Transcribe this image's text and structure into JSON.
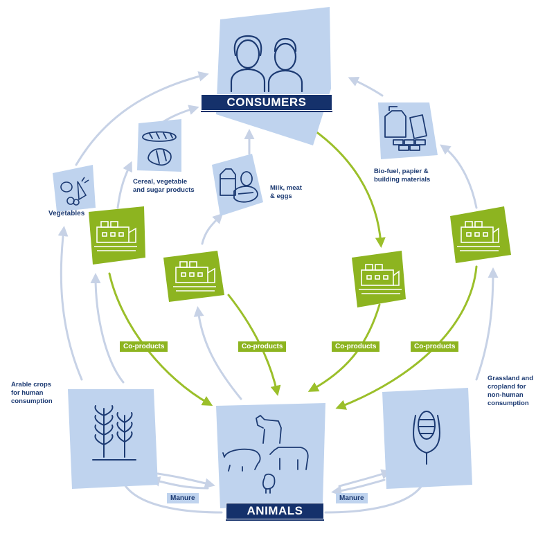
{
  "nodes": {
    "consumers": {
      "label": "CONSUMERS"
    },
    "animals": {
      "label": "ANIMALS"
    },
    "vegetables": {
      "label": "Vegetables"
    },
    "cereal": {
      "label_line1": "Cereal, vegetable",
      "label_line2": "and sugar products"
    },
    "milk": {
      "label_line1": "Milk, meat",
      "label_line2": "& eggs"
    },
    "biofuel": {
      "label_line1": "Bio-fuel, papier &",
      "label_line2": "building materials"
    },
    "arable": {
      "label_line1": "Arable crops",
      "label_line2": "for human",
      "label_line3": "consumption"
    },
    "grassland": {
      "label_line1": "Grassland and",
      "label_line2": "cropland for",
      "label_line3": "non-human",
      "label_line4": "consumption"
    }
  },
  "edge_labels": {
    "coproducts": "Co-products",
    "manure": "Manure"
  },
  "colors": {
    "navy": "#1c3a72",
    "banner": "#15316b",
    "light_blue": "#bfd3ee",
    "green": "#8db420",
    "arrow_grey": "#c7d2e6"
  }
}
